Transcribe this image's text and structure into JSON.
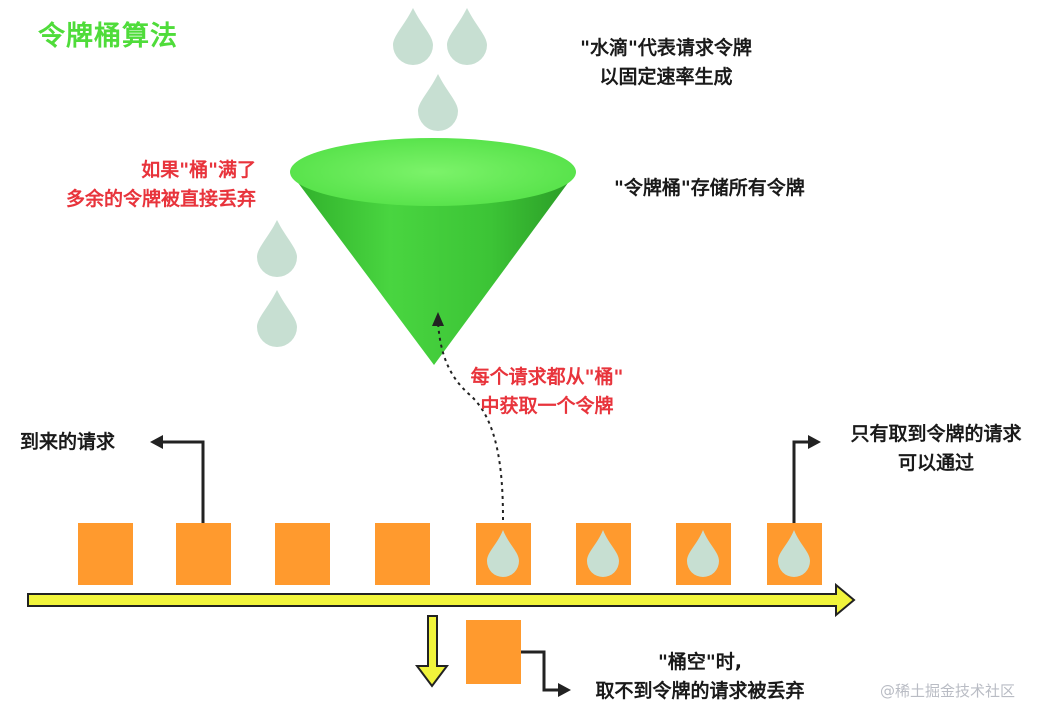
{
  "title": "令牌桶算法",
  "labels": {
    "drops_line1": "\"水滴\"代表请求令牌",
    "drops_line2": "以固定速率生成",
    "bucket_label": "\"令牌桶\"存储所有令牌",
    "overflow_line1": "如果\"桶\"满了",
    "overflow_line2": "多余的令牌被直接丢弃",
    "fetch_line1": "每个请求都从\"桶\"",
    "fetch_line2": "中获取一个令牌",
    "incoming": "到来的请求",
    "pass_line1": "只有取到令牌的请求",
    "pass_line2": "可以通过",
    "empty_line1": "\"桶空\"时,",
    "empty_line2": "取不到令牌的请求被丢弃"
  },
  "watermark": "@稀土掘金技术社区",
  "colors": {
    "title": "#4fdc3a",
    "bucket": "#3ec83a",
    "request_box": "#ff9a2e",
    "token_drop": "#c7dfd2",
    "conveyor": "#f1f43b",
    "highlight_text": "#e8343c"
  }
}
